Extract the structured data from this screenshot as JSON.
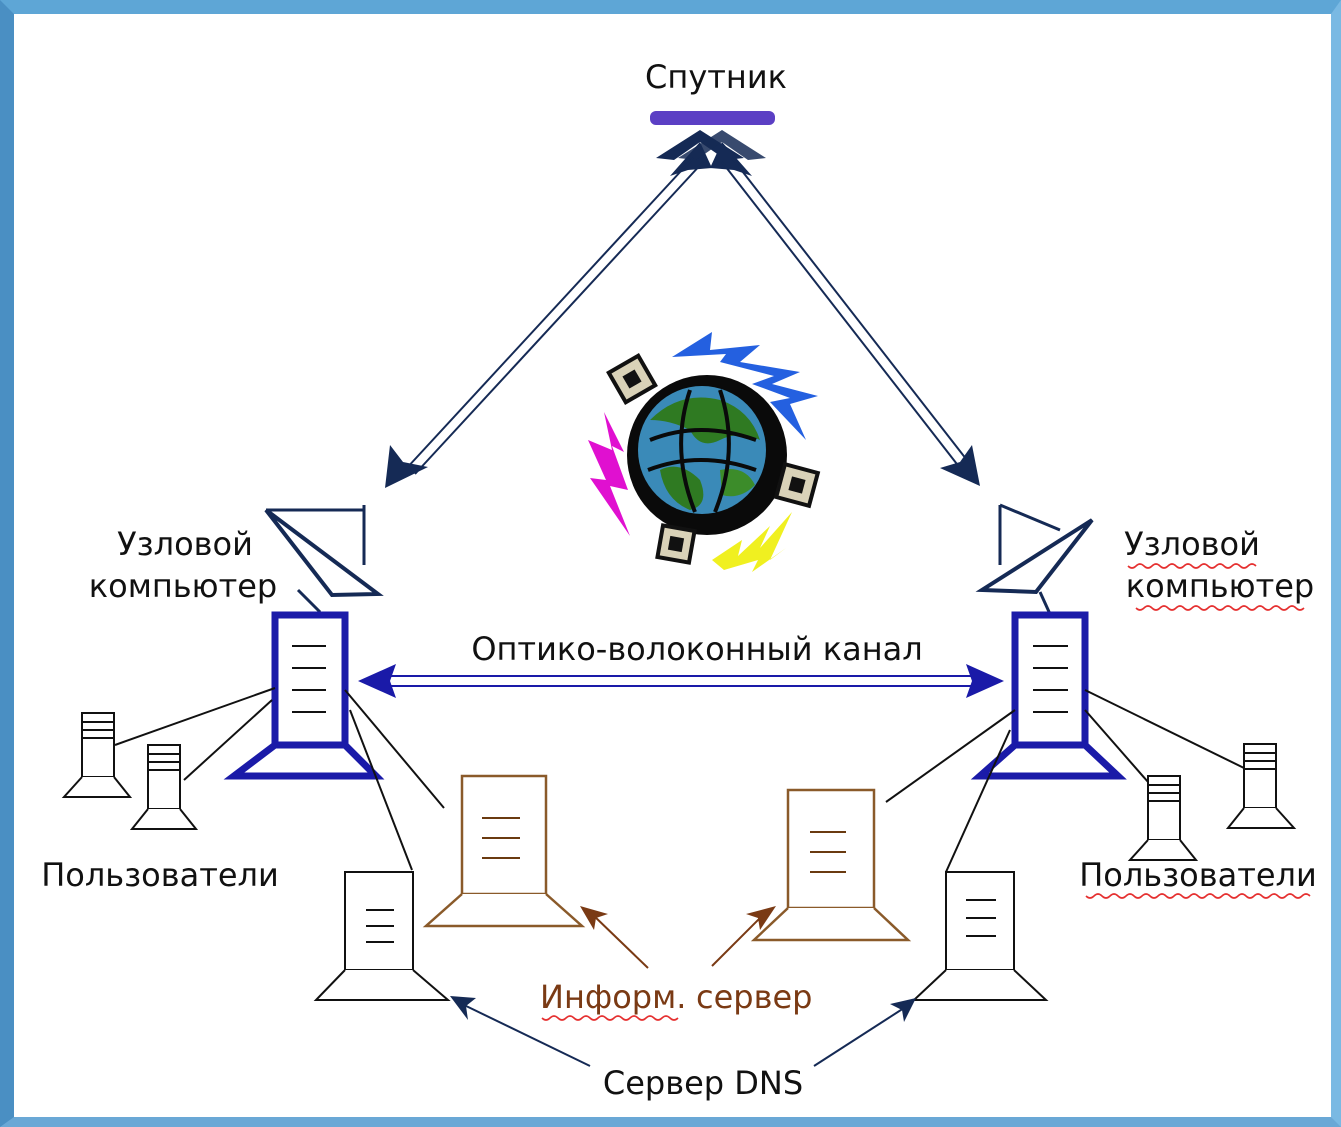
{
  "labels": {
    "satellite": "Спутник",
    "node_left_line1": "Узловой",
    "node_left_line2": "компьютер",
    "node_right_line1": "Узловой",
    "node_right_line2": "компьютер",
    "fiber_channel": "Оптико-волоконный канал",
    "users_left": "Пользователи",
    "users_right": "Пользователи",
    "info_server_word1": "Информ.",
    "info_server_word2": "сервер",
    "dns_server": "Сервер DNS"
  },
  "colors": {
    "satellite_bar": "#5b3fc4",
    "node_computer": "#1a1aa8",
    "info_server": "#8a5a2a",
    "dns_server": "#111111",
    "arrow_dark": "#152a55",
    "arrow_brown": "#7a3a14",
    "frame": "#5ea6d6"
  },
  "icons": [
    "satellite-icon",
    "globe-icon",
    "dish-antenna-icon",
    "computer-icon",
    "lightning-icon"
  ]
}
